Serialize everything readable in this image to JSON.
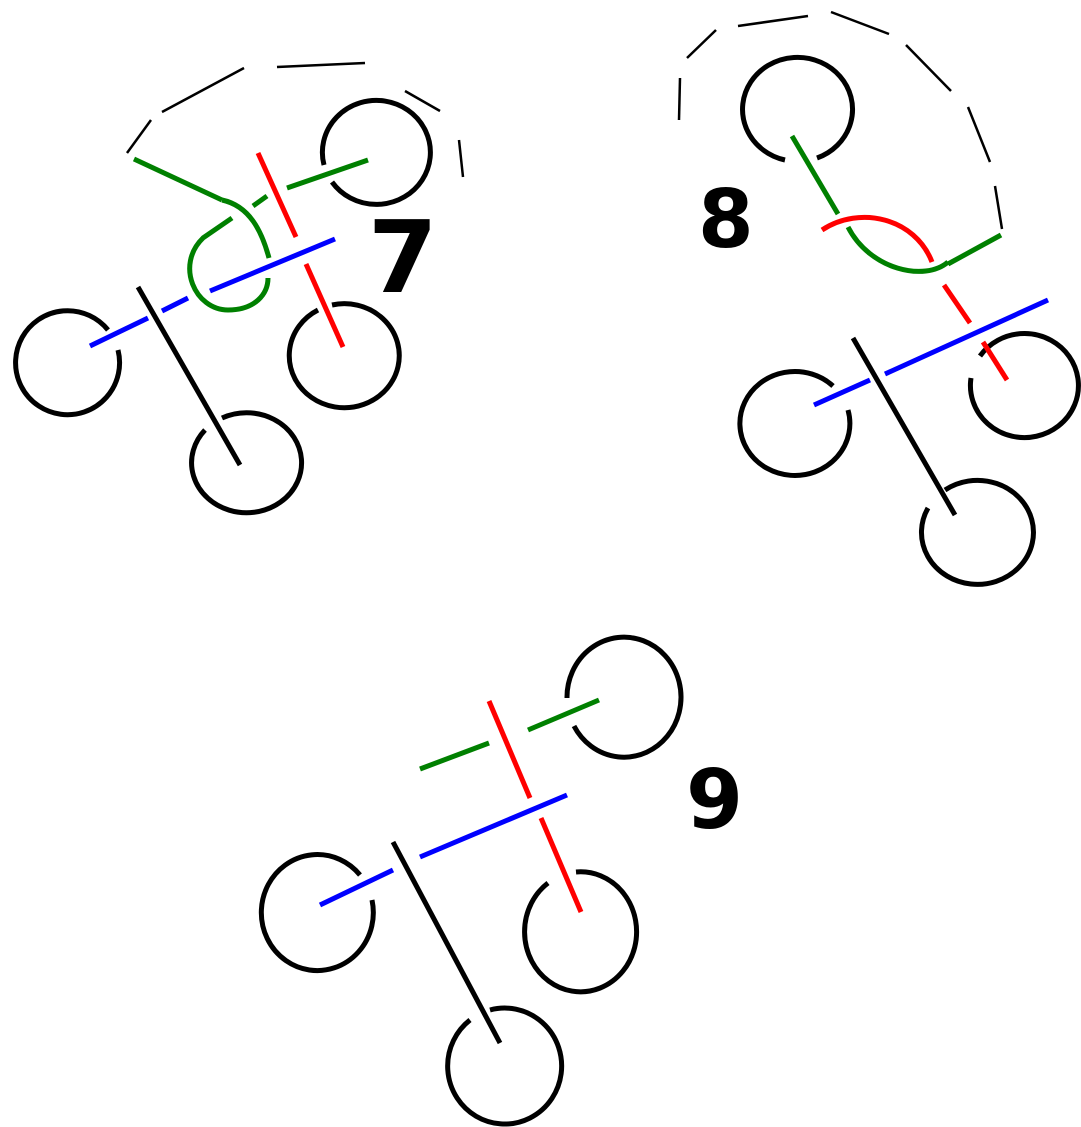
{
  "colors": {
    "black": "#000000",
    "blue": "#0000ff",
    "red": "#ff0000",
    "green": "#008000"
  },
  "figures": [
    {
      "label": "7"
    },
    {
      "label": "8"
    },
    {
      "label": "9"
    }
  ]
}
